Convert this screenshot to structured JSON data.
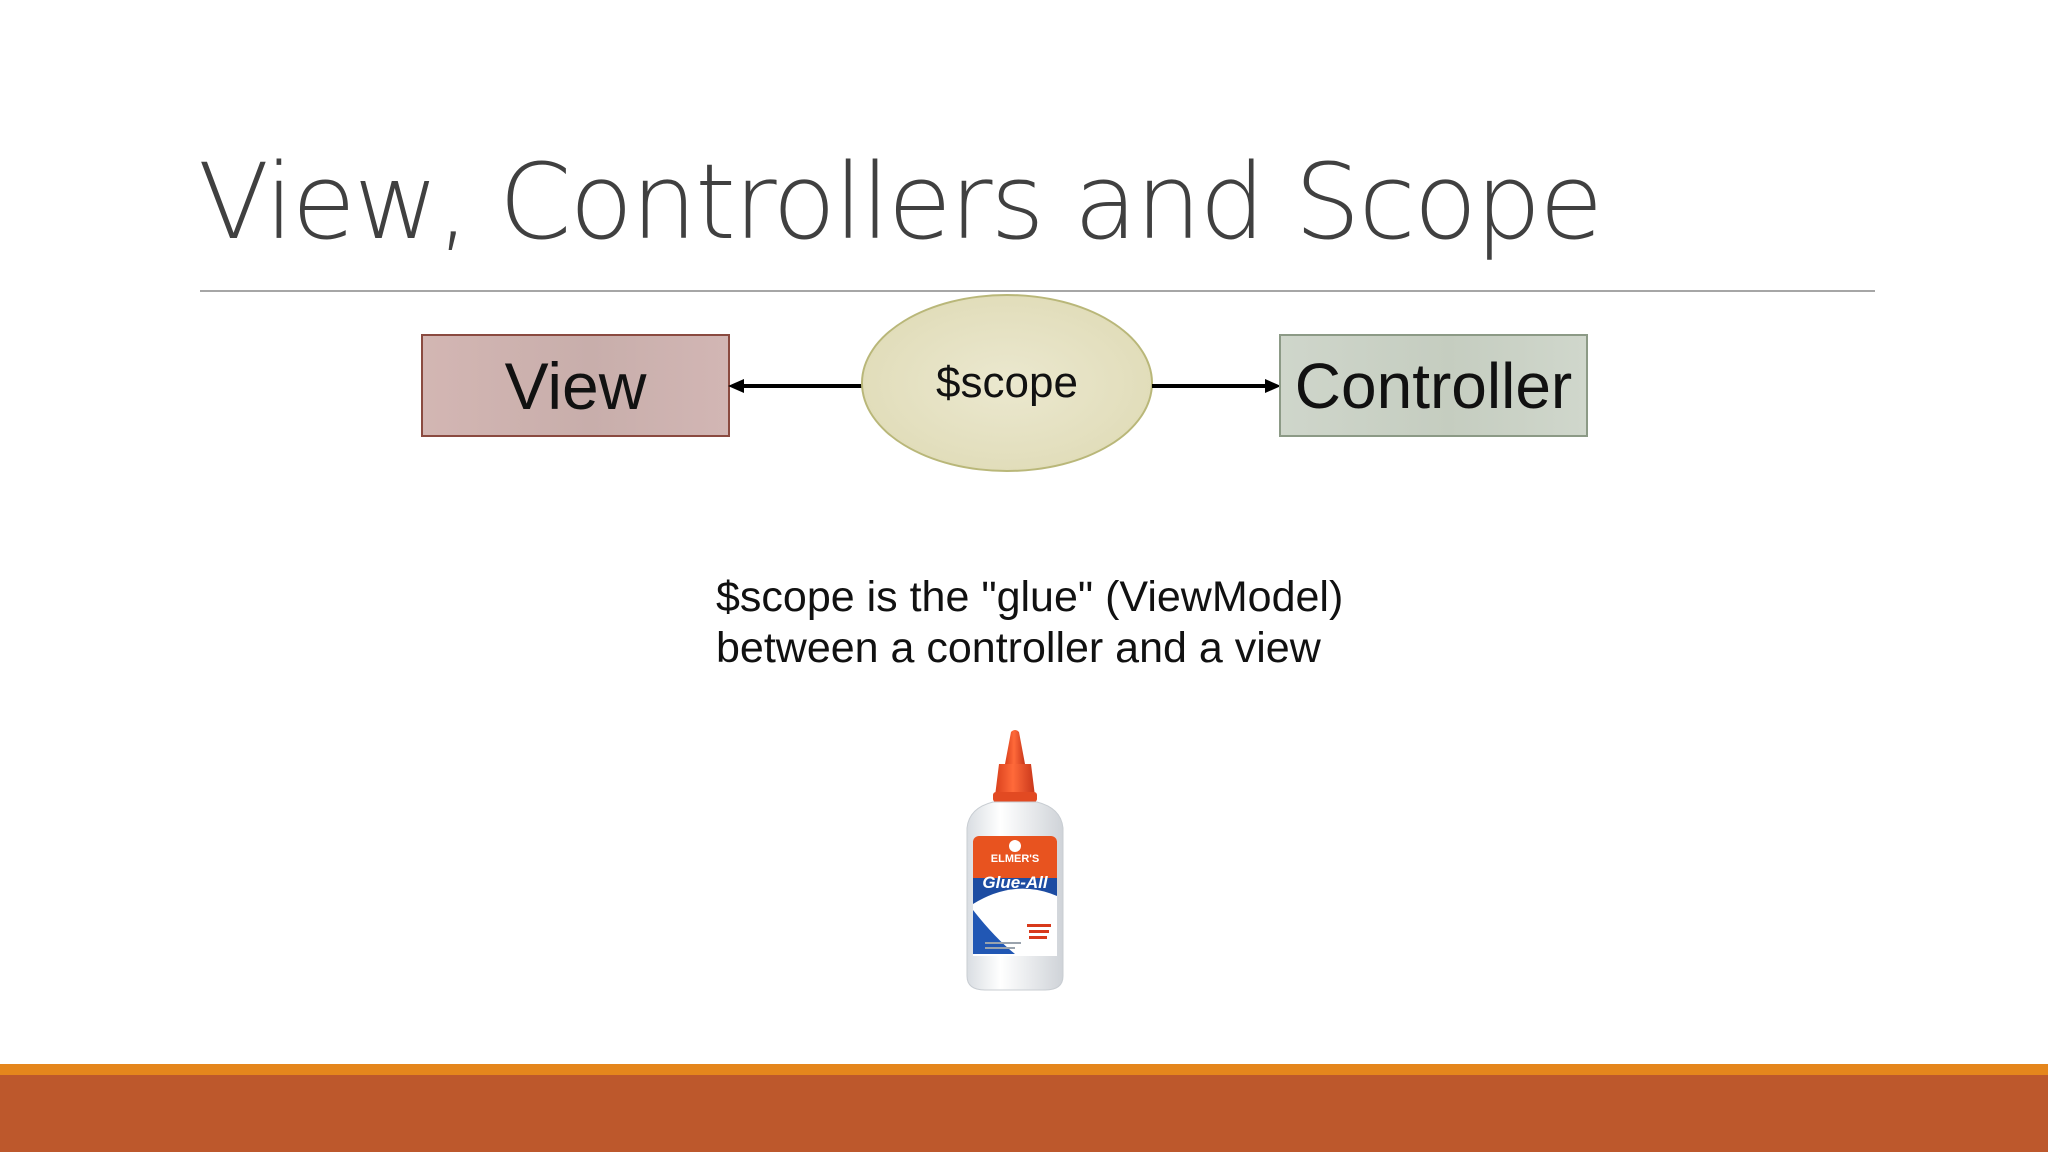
{
  "slide": {
    "title": "View, Controllers and Scope"
  },
  "diagram": {
    "view_label": "View",
    "scope_label": "$scope",
    "controller_label": "Controller",
    "arrows": [
      {
        "from": "$scope",
        "to": "View"
      },
      {
        "from": "$scope",
        "to": "Controller"
      }
    ]
  },
  "caption": {
    "line1": "$scope is the \"glue\" (ViewModel)",
    "line2": "between a controller and a view"
  },
  "image": {
    "subject": "glue-bottle-icon",
    "brand_text": "ELMER'S",
    "product_text": "Glue-All"
  },
  "colors": {
    "footer_bar": "#bd582c",
    "footer_stripe": "#e5861c",
    "title_text": "#404040",
    "view_fill": "#c8aeab",
    "controller_fill": "#c5cdc0",
    "scope_fill": "#e3dfbe"
  }
}
